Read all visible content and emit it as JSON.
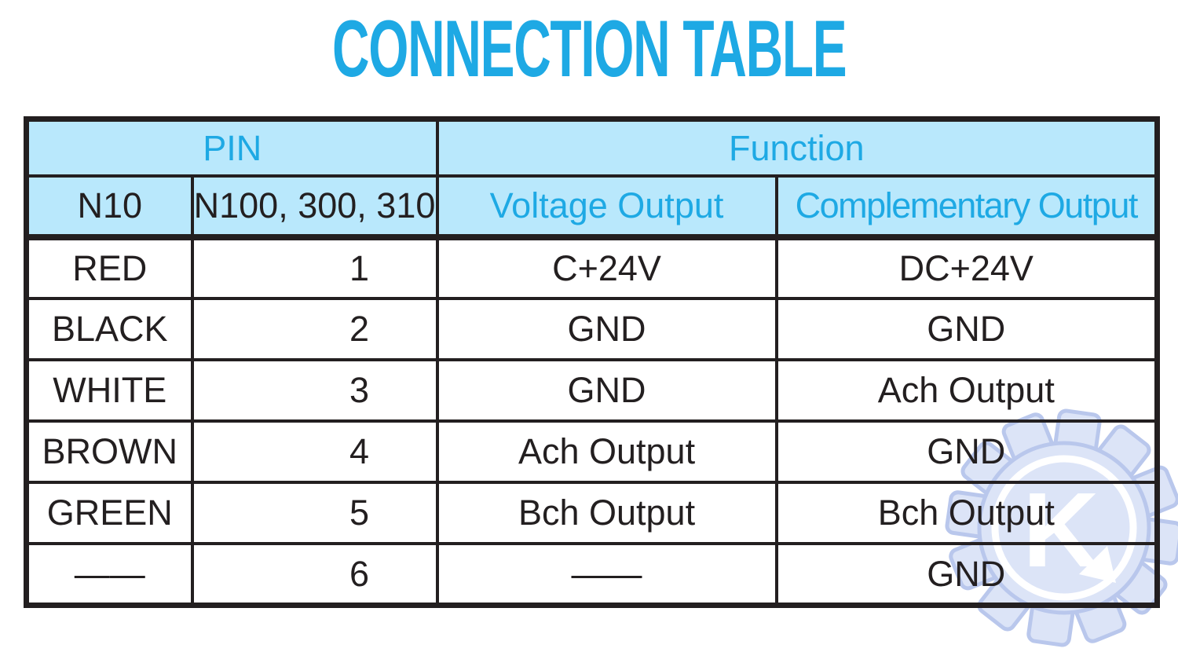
{
  "title": "CONNECTION TABLE",
  "colors": {
    "accent_cyan": "#1EA9E4",
    "header_background": "#B9E8FC",
    "border_and_text": "#231F20",
    "watermark_body": "#DCE4F7",
    "watermark_outline": "#B9C7EC"
  },
  "table": {
    "group_headers": [
      "PIN",
      "Function"
    ],
    "col_headers": [
      "N10",
      "N100, 300, 310",
      "Voltage Output",
      "Complementary Output"
    ],
    "rows": [
      [
        "RED",
        "1",
        "C+24V",
        "DC+24V"
      ],
      [
        "BLACK",
        "2",
        "GND",
        "GND"
      ],
      [
        "WHITE",
        "3",
        "GND",
        "Ach Output"
      ],
      [
        "BROWN",
        "4",
        "Ach Output",
        "GND"
      ],
      [
        "GREEN",
        "5",
        "Bch Output",
        "Bch Output"
      ],
      [
        "——",
        "6",
        "——",
        "GND"
      ]
    ]
  },
  "watermark": {
    "letter": "K"
  }
}
